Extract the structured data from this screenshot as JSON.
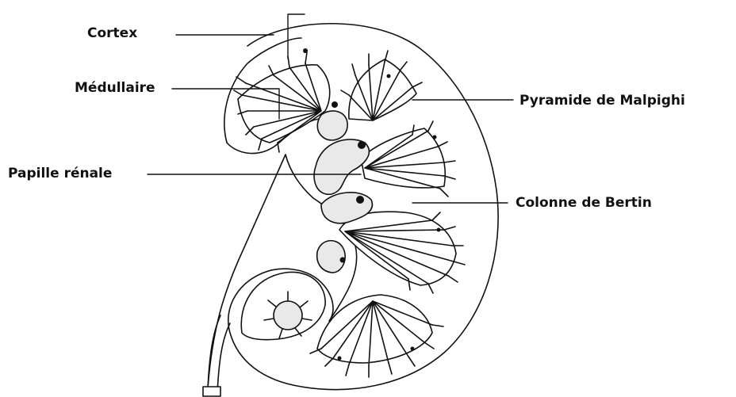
{
  "labels": {
    "cortex": "Cortex",
    "medullaire": "Médullaire",
    "papille": "Papille rénale",
    "pyramide": "Pyramide de Malpighi",
    "colonne": "Colonne de Bertin"
  },
  "colors": {
    "ink": "#111111",
    "background": "#ffffff",
    "stipple_fill": "#e9e9e9"
  }
}
